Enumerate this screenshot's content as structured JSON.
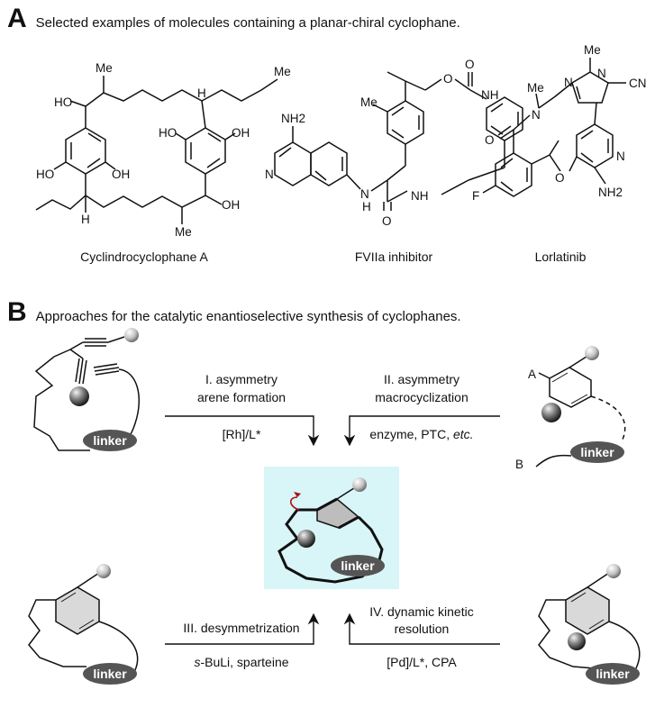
{
  "panelA": {
    "letter": "A",
    "title": "Selected examples of molecules containing a planar-chiral cyclophane.",
    "molecules": [
      {
        "name": "Cyclindrocyclophane A",
        "atom_labels": [
          "HO",
          "Me",
          "H",
          "HO",
          "OH",
          "HO",
          "OH",
          "H",
          "Me",
          "OH",
          "Me"
        ]
      },
      {
        "name": "FVIIa inhibitor",
        "atom_labels": [
          "Me",
          "O",
          "O",
          "NH",
          "NH2",
          "N",
          "N",
          "H",
          "O",
          "NH"
        ]
      },
      {
        "name": "Lorlatinib",
        "atom_labels": [
          "Me",
          "N",
          "N",
          "CN",
          "Me",
          "N",
          "O",
          "F",
          "O",
          "N",
          "NH2"
        ]
      }
    ]
  },
  "panelB": {
    "letter": "B",
    "title": "Approaches for the catalytic enantioselective synthesis of cyclophanes.",
    "linker_label": "linker",
    "approaches": [
      {
        "top": "I. asymmetry",
        "top2": "arene formation",
        "bottom": "[Rh]/L*"
      },
      {
        "top": "II. asymmetry",
        "top2": "macrocyclization",
        "bottom_pre": "enzyme, PTC, ",
        "bottom_italic": "etc."
      },
      {
        "top": "III. desymmetrization",
        "bottom_italic": "s",
        "bottom": "-BuLi, sparteine"
      },
      {
        "top": "IV. dynamic kinetic",
        "top2": "resolution",
        "bottom": "[Pd]/L*, CPA"
      }
    ],
    "substituent_labels": [
      "A",
      "B"
    ]
  }
}
